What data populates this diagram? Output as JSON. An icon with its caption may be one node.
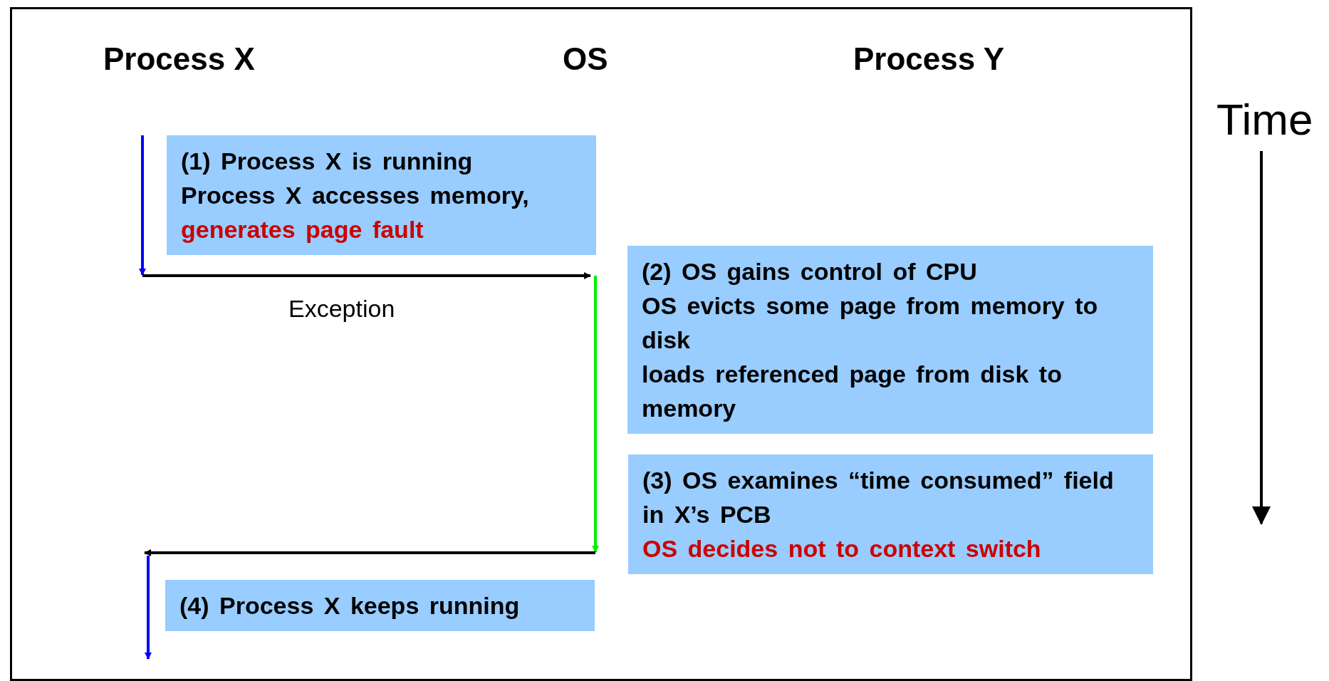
{
  "diagram": {
    "nodes": [
      {
        "text": [
          "(1) Process X is running",
          "Process X accesses memory,",
          "generates page fault"
        ]
      },
      {
        "text": [
          "(2) OS gains control of CPU",
          "OS evicts some page from memory to disk",
          "loads referenced page from disk to memory"
        ]
      },
      {
        "text": [
          "(3) OS examines “time consumed” field in X’s PCB",
          "OS decides not to context switch"
        ]
      },
      {
        "text": [
          "(4) Process X keeps running"
        ]
      }
    ],
    "edges": [
      {
        "from": null,
        "to": 1,
        "arrow": "to",
        "label": "Exception"
      },
      {
        "from": null,
        "to": 3,
        "arrow": "to"
      }
    ],
    "labels": [
      "Process X",
      "OS",
      "Process Y",
      "Time"
    ]
  }
}
